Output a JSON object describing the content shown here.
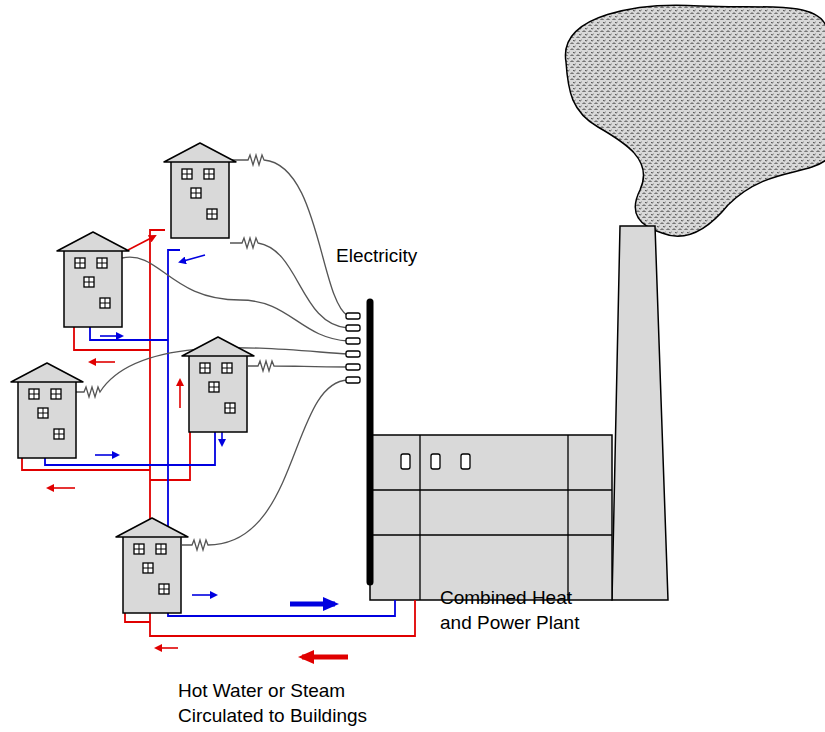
{
  "diagram": {
    "nodes": [
      {
        "text": [
          "Combined Heat and Power Plant"
        ]
      }
    ],
    "labels": [
      "Electricity",
      "Hot Water or Steam Circulated to Buildings"
    ]
  }
}
